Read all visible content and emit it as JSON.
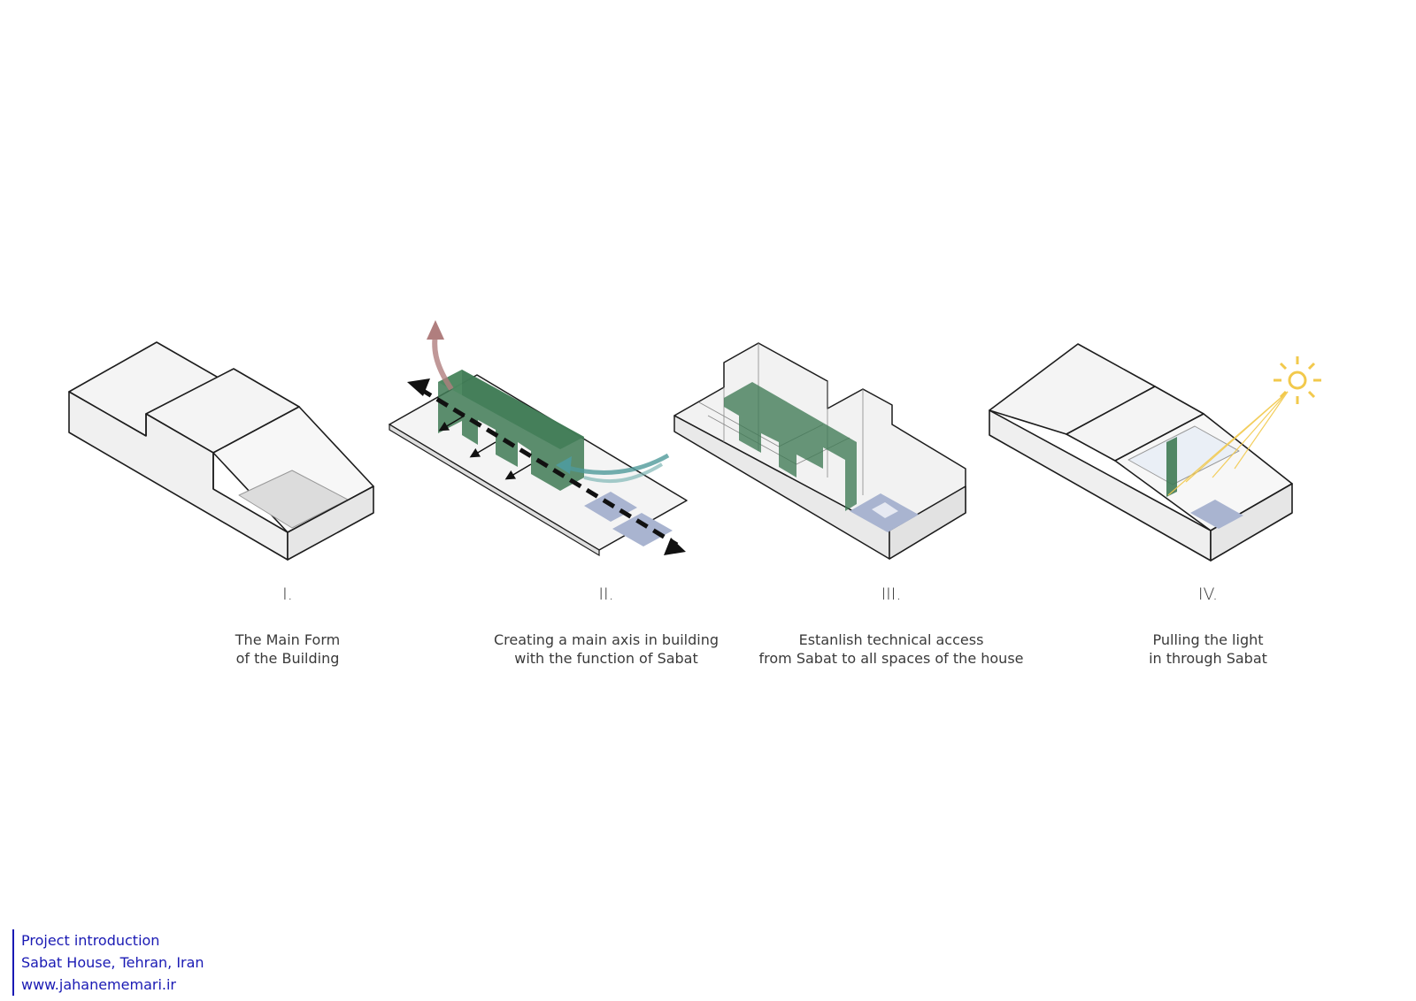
{
  "steps": [
    {
      "numeral": "I.",
      "caption_line1": "The Main Form",
      "caption_line2": "of the Building"
    },
    {
      "numeral": "II.",
      "caption_line1": "Creating a main axis in building",
      "caption_line2": "with the function of Sabat"
    },
    {
      "numeral": "III.",
      "caption_line1": "Estanlish technical access",
      "caption_line2": "from Sabat to all spaces of the house"
    },
    {
      "numeral": "IV.",
      "caption_line1": "Pulling the light",
      "caption_line2": "in through Sabat"
    }
  ],
  "footer": {
    "line1": "Project introduction",
    "line2": "Sabat House, Tehran, Iran",
    "line3": "www.jahanememari.ir"
  },
  "colors": {
    "sabat_green": "#3f7a55",
    "pavement_blue": "#a9b4d0",
    "wind_teal": "#4f9a9a",
    "hot_air": "#b07e7e",
    "sun_yellow": "#f2c94c",
    "footer_blue": "#1a1ab4"
  }
}
